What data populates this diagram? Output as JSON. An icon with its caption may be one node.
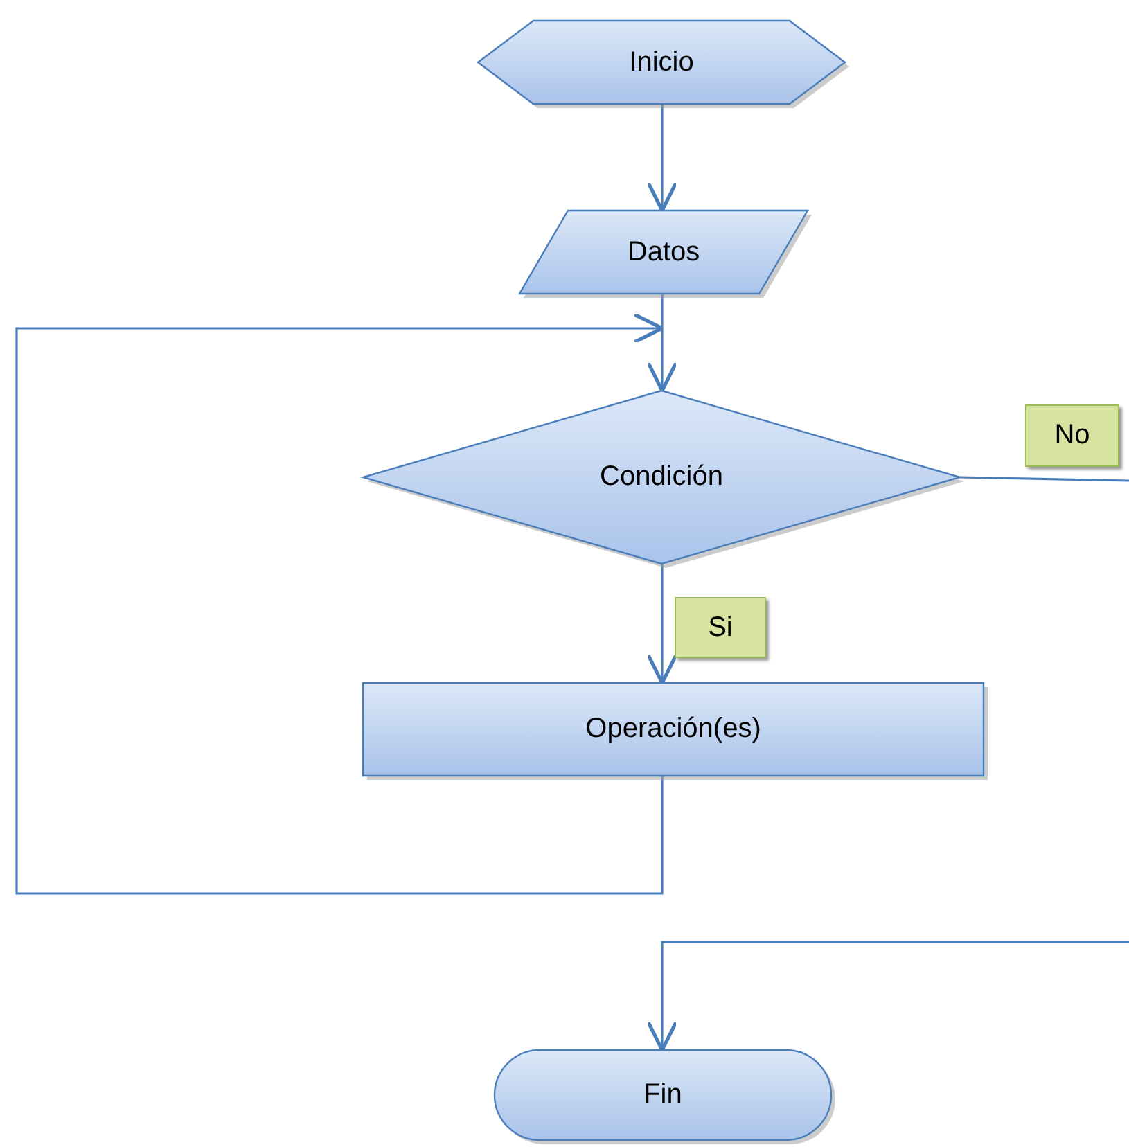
{
  "diagram": {
    "nodes": [
      {
        "text": [
          "Inicio"
        ]
      },
      {
        "text": [
          "Datos"
        ]
      },
      {
        "text": [
          "Condición"
        ]
      },
      {
        "text": [
          "Operación(es)"
        ]
      },
      {
        "text": [
          "Fin"
        ]
      }
    ],
    "edges": [
      {
        "from": 0,
        "to": 1,
        "arrow": "to"
      },
      {
        "from": 1,
        "to": 2,
        "arrow": "to"
      },
      {
        "from": 2,
        "to": 3,
        "arrow": "to",
        "label": "Si"
      },
      {
        "from": 3,
        "to": 2,
        "arrow": "to"
      },
      {
        "from": 2,
        "to": null,
        "arrow": "none",
        "label": "No"
      },
      {
        "from": null,
        "to": 4,
        "arrow": "to"
      }
    ]
  }
}
